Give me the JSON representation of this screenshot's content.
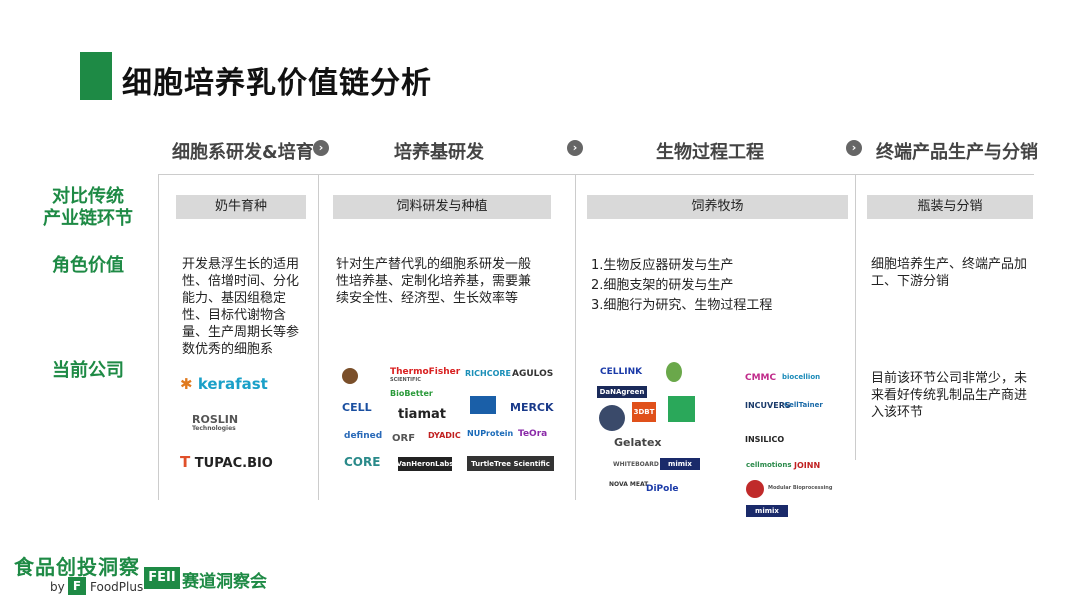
{
  "title": "细胞培养乳价值链分析",
  "stages": [
    "细胞系研发&培育",
    "培养基研发",
    "生物过程工程",
    "终端产品生产与分销"
  ],
  "row_labels": {
    "traditional": [
      "对比传统",
      "产业链环节"
    ],
    "role": "角色价值",
    "companies": "当前公司"
  },
  "traditional_chain": [
    "奶牛育种",
    "饲料研发与种植",
    "饲养牧场",
    "瓶装与分销"
  ],
  "roles": [
    "开发悬浮生长的适用性、倍增时间、分化能力、基因组稳定性、目标代谢物含量、生产周期长等参数优秀的细胞系",
    "针对生产替代乳的细胞系研发一般性培养基、定制化培养基，需要兼续安全性、经济型、生长效率等",
    [
      "1.生物反应器研发与生产",
      "2.细胞支架的研发与生产",
      "3.细胞行为研究、生物过程工程"
    ],
    "细胞培养生产、终端产品加工、下游分销"
  ],
  "col4_companies_note": "目前该环节公司非常少，未来看好传统乳制品生产商进入该环节",
  "col1_logos": [
    "kerafast",
    "ROSLIN",
    "Technologies",
    "TUPAC.BIO"
  ],
  "col2_logos": [
    "ThermoFisher",
    "SCIENTIFIC",
    "RICHCORE",
    "AGULOS",
    "CELL",
    "BioBetter",
    "tiamat",
    "MERCK",
    "defined",
    "ORF",
    "DYADIC",
    "NUProtein",
    "TeOra",
    "CORE",
    "VanHeronLabs",
    "TurtleTree Scientific"
  ],
  "col3_logos": [
    "CELLINK",
    "DaNAgreen",
    "3DBT",
    "Gelatex",
    "WHITEBOARD FOODS",
    "mimix",
    "NOVA MEAT",
    "DiPole",
    "CMMC",
    "biocellion",
    "INCUVERS",
    "CellTainer",
    "INSILICO",
    "cellmotions",
    "JOINN",
    "Modular Bioprocessing",
    "mimix"
  ],
  "footer": {
    "brand": "食品创投洞察",
    "by": "by",
    "f": "F",
    "foodplus": "FoodPlus",
    "feii": "FEII",
    "feii_text": "赛道洞察会"
  },
  "colors": {
    "accent": "#1e8a45",
    "gray_box": "#d9d9d9",
    "arrow": "#666666"
  },
  "icons": [
    "chevron-right-icon"
  ]
}
